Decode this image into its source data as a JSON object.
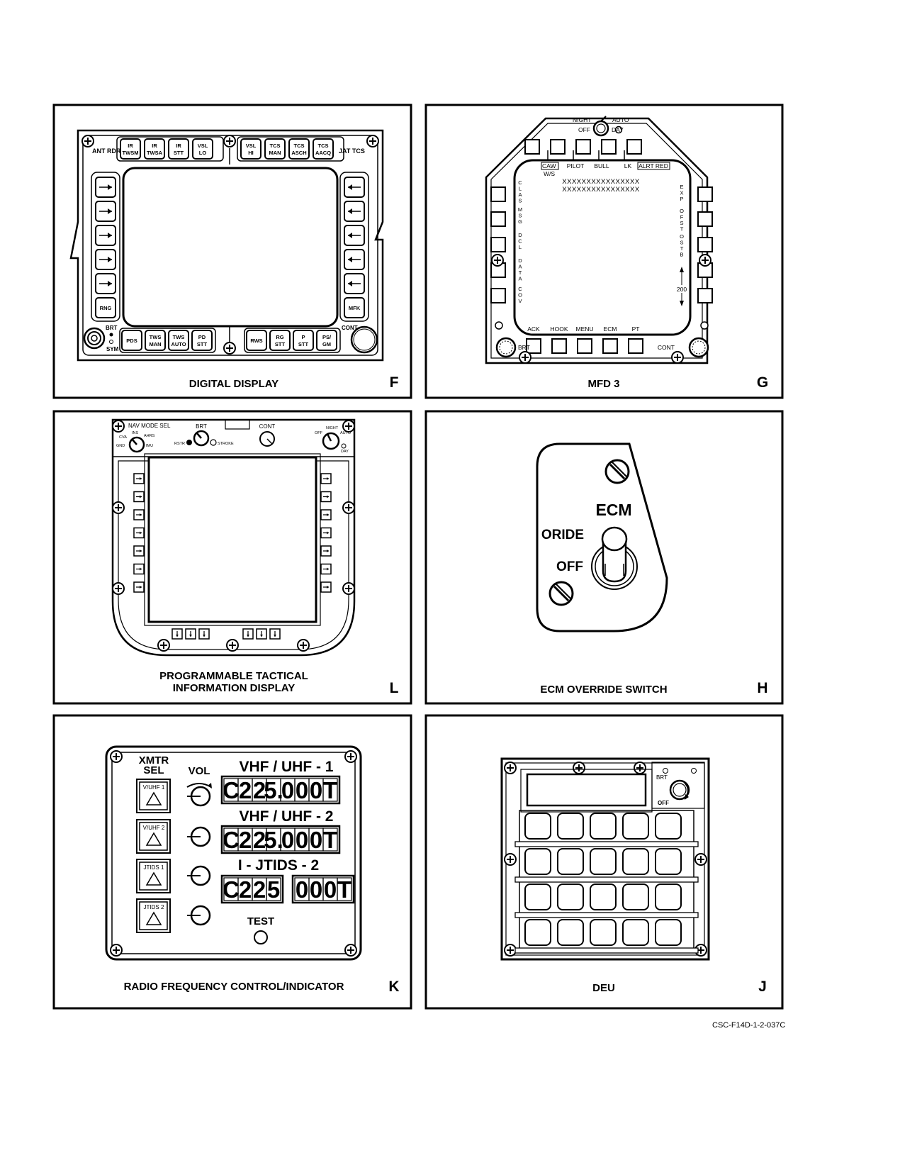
{
  "figure_ref": "CSC-F14D-1-2-037C",
  "panels": {
    "F": {
      "letter": "F",
      "caption": "DIGITAL DISPLAY",
      "top_labels": [
        "ANT RDR",
        "JAT TCS"
      ],
      "top_left_buttons": [
        [
          "IR",
          "TWSM"
        ],
        [
          "IR",
          "TWSA"
        ],
        [
          "IR",
          "STT"
        ],
        [
          "VSL",
          "LO"
        ]
      ],
      "top_right_buttons": [
        [
          "VSL",
          "HI"
        ],
        [
          "TCS",
          "MAN"
        ],
        [
          "TCS",
          "ASCH"
        ],
        [
          "TCS",
          "AACQ"
        ]
      ],
      "left_last": "RNG",
      "right_last": "MFK",
      "bottom_left_buttons": [
        [
          "PDS",
          ""
        ],
        [
          "TWS",
          "MAN"
        ],
        [
          "TWS",
          "AUTO"
        ],
        [
          "PD",
          "STT"
        ]
      ],
      "bottom_right_buttons": [
        [
          "RWS",
          ""
        ],
        [
          "RG",
          "STT"
        ],
        [
          "P",
          "STT"
        ],
        [
          "PS/",
          "GM"
        ]
      ],
      "brt": "BRT",
      "sym": "SYM",
      "cont": "CONT"
    },
    "G": {
      "letter": "G",
      "caption": "MFD 3",
      "knob_labels": {
        "night": "NIGHT",
        "auto": "AUTO",
        "off": "OFF",
        "day": "DAY"
      },
      "top_labels": [
        "PILOT",
        "BULL",
        "LK"
      ],
      "caw": "CAW",
      "ws": "W/S",
      "alrt": "ALRT RED",
      "xline": "XXXXXXXXXXXXXXXX",
      "left_labels": [
        "CLAS",
        "MSG",
        "DCL",
        "DATA",
        "COV"
      ],
      "right_labels": [
        "EXP",
        "OFST",
        "OSTB"
      ],
      "range": "200",
      "bottom_labels": [
        "ACK",
        "HOOK",
        "MENU",
        "ECM",
        "PT"
      ],
      "brt": "BRT",
      "cont": "CONT"
    },
    "L": {
      "letter": "L",
      "caption_1": "PROGRAMMABLE TACTICAL",
      "caption_2": "INFORMATION DISPLAY",
      "nav_mode_sel": "NAV MODE SEL",
      "nav_positions": [
        "INS",
        "AHRS",
        "CVA",
        "GND",
        "IMU"
      ],
      "brt": "BRT",
      "rstr": "RSTR",
      "stroke": "STROKE",
      "cont": "CONT",
      "mode_positions": [
        "NIGHT",
        "OFF",
        "AUTO",
        "DAY"
      ]
    },
    "H": {
      "letter": "H",
      "caption": "ECM OVERRIDE SWITCH",
      "title": "ECM",
      "oride": "ORIDE",
      "off": "OFF"
    },
    "K": {
      "letter": "K",
      "caption": "RADIO FREQUENCY CONTROL/INDICATOR",
      "xmtr_1": "XMTR",
      "xmtr_2": "SEL",
      "vol": "VOL",
      "select_buttons": [
        "V/UHF 1",
        "V/UHF 2",
        "JTIDS 1",
        "JTIDS 2"
      ],
      "channels": [
        {
          "name": "VHF / UHF - 1",
          "left": "C225.000T",
          "right": ""
        },
        {
          "name": "VHF / UHF - 2",
          "left": "C225.000T",
          "right": ""
        },
        {
          "name": "I - JTIDS - 2",
          "left": "C225",
          "right": "000T"
        }
      ],
      "test": "TEST"
    },
    "J": {
      "letter": "J",
      "caption": "DEU",
      "brt": "BRT",
      "off": "OFF",
      "key_rows": 4,
      "key_cols": 5
    }
  }
}
